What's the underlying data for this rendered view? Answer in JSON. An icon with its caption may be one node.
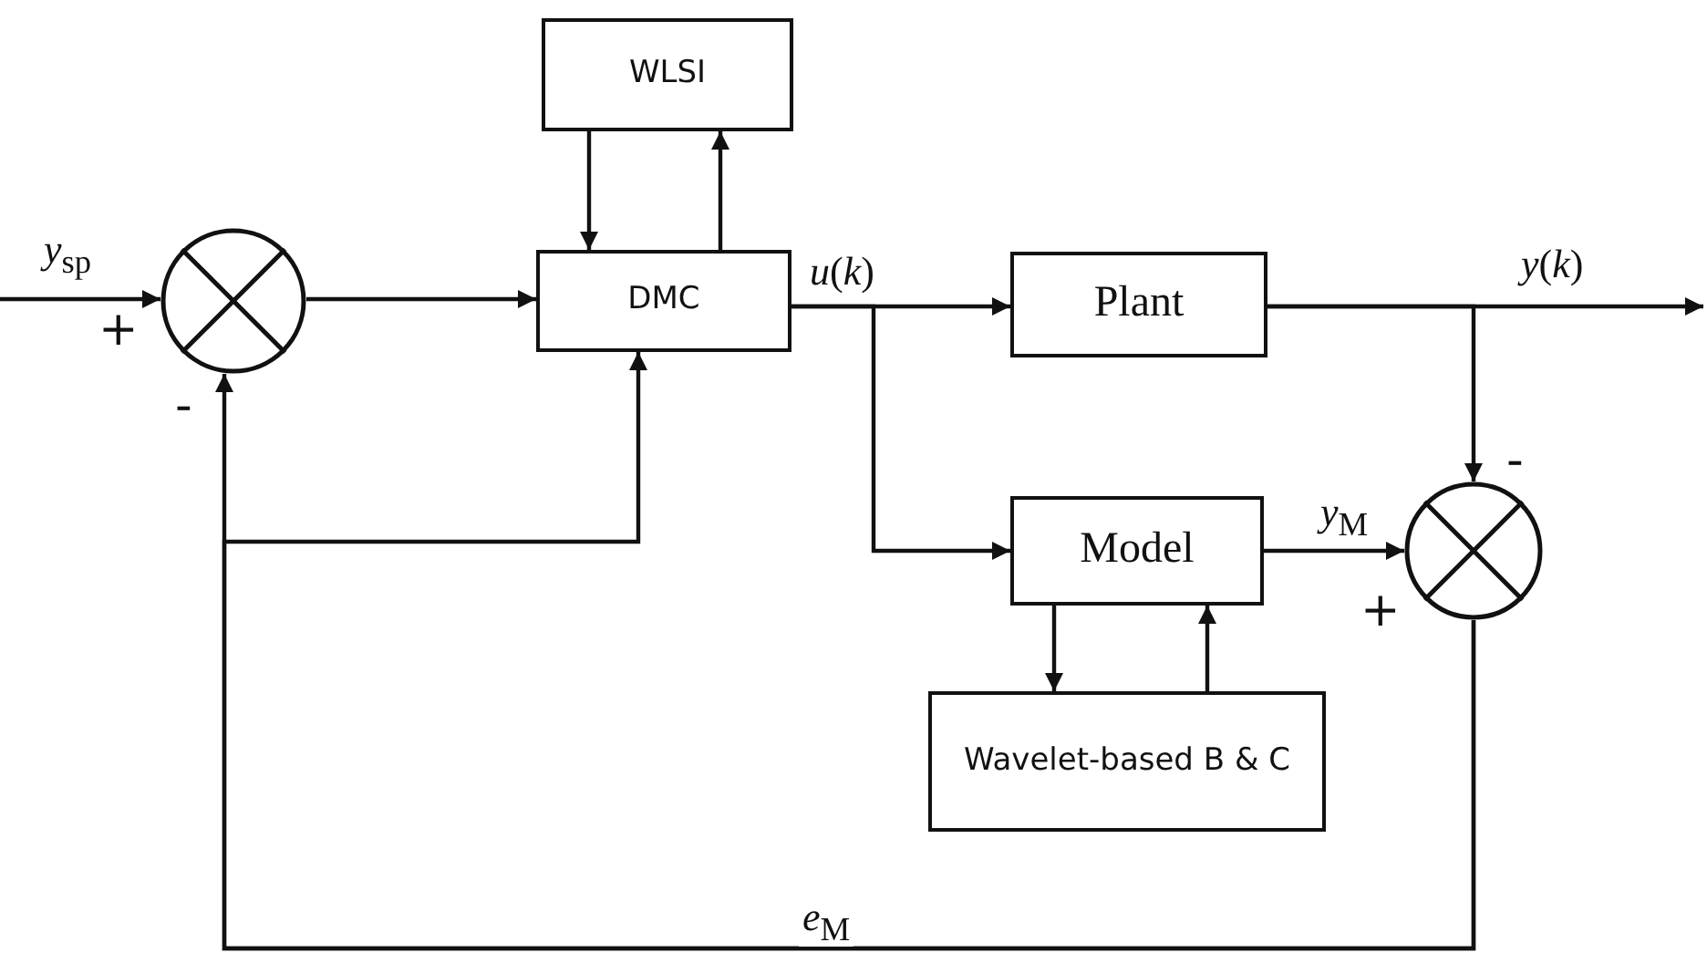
{
  "diagram": {
    "nodes": [
      {
        "text": [],
        "shape": "circle"
      },
      {
        "text": [
          "WLSI"
        ]
      },
      {
        "text": [
          "DMC"
        ]
      },
      {
        "text": [
          "Plant"
        ]
      },
      {
        "text": [
          "Model"
        ]
      },
      {
        "text": [
          "Wavelet-based B & C"
        ]
      },
      {
        "text": [],
        "shape": "circle"
      }
    ],
    "edges": [
      {
        "from": null,
        "to": 0,
        "arrow": "to",
        "label": "*y*$_{sp}$"
      },
      {
        "from": 0,
        "to": 2,
        "arrow": "to"
      },
      {
        "from": 1,
        "to": 2,
        "arrow": "to"
      },
      {
        "from": 2,
        "to": 1,
        "arrow": "to"
      },
      {
        "from": 2,
        "to": 3,
        "arrow": "to",
        "label": "*u*(*k*)"
      },
      {
        "from": 2,
        "to": 4,
        "arrow": "to"
      },
      {
        "from": 3,
        "to": null,
        "arrow": "to",
        "label": "*y*(*k*)"
      },
      {
        "from": 3,
        "to": 6,
        "arrow": "to"
      },
      {
        "from": 4,
        "to": 6,
        "arrow": "to",
        "label": "*y*$_{M}$"
      },
      {
        "from": 4,
        "to": 5,
        "arrow": "to"
      },
      {
        "from": 5,
        "to": 4,
        "arrow": "to"
      },
      {
        "from": 6,
        "to": 0,
        "arrow": "to",
        "label": "*e*$_{M}$"
      },
      {
        "from": 6,
        "to": 2,
        "arrow": "to"
      }
    ],
    "labels": [
      "+",
      "-",
      "-",
      "+"
    ]
  }
}
